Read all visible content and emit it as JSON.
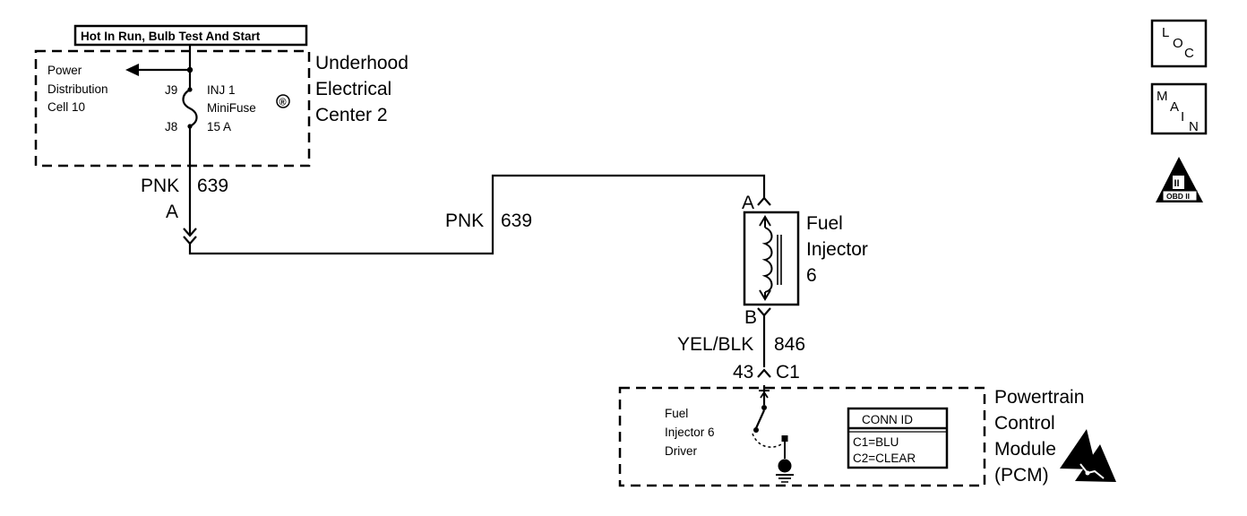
{
  "header_label": "Hot In Run, Bulb Test And Start",
  "fuse_block": {
    "name_lines": [
      "Underhood",
      "Electrical",
      "Center 2"
    ],
    "feed_lines": [
      "Power",
      "Distribution",
      "Cell 10"
    ],
    "terminal_top": "J9",
    "terminal_bottom": "J8",
    "fuse_lines": [
      "INJ 1",
      "MiniFuse",
      "15 A"
    ],
    "registered_mark": "®"
  },
  "wire_1": {
    "color": "PNK",
    "circuit": "639",
    "connector_pin": "A"
  },
  "wire_2": {
    "color": "PNK",
    "circuit": "639"
  },
  "injector": {
    "pin_a": "A",
    "pin_b": "B",
    "name_lines": [
      "Fuel",
      "Injector",
      "6"
    ]
  },
  "wire_3": {
    "color": "YEL/BLK",
    "circuit": "846"
  },
  "pcm_connector": {
    "pin": "43",
    "connector": "C1"
  },
  "pcm": {
    "name_lines": [
      "Powertrain",
      "Control",
      "Module",
      "(PCM)"
    ],
    "driver_lines": [
      "Fuel",
      "Injector 6",
      "Driver"
    ],
    "conn_id": {
      "title": "CONN ID",
      "rows": [
        "C1=BLU",
        "C2=CLEAR"
      ]
    }
  },
  "side_buttons": {
    "loc": [
      "L",
      "O",
      "C"
    ],
    "main": [
      "M",
      "A",
      "I",
      "N"
    ],
    "obd": "OBD II",
    "obd_numeral": "II"
  },
  "icons": [
    "esd-warning-icon",
    "obd-ii-icon"
  ]
}
